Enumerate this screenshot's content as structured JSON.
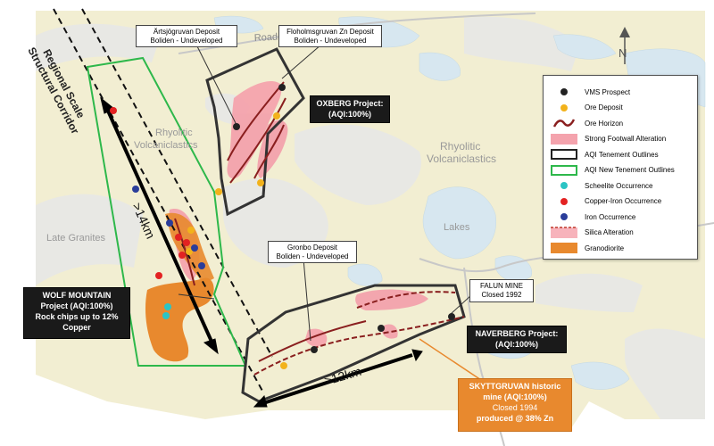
{
  "geology_labels": {
    "rhyolitic_west": "Rhyolitic Volcaniclastics",
    "rhyolitic_east": "Rhyolitic Volcaniclastics",
    "late_granites": "Late Granites",
    "lakes": "Lakes",
    "road": "Road",
    "corridor": "Regional Scale Structural Corridor",
    "north": "N"
  },
  "distances": {
    "long": ">14km",
    "short": ">12km"
  },
  "callouts": {
    "artsjogruvan": {
      "line1": "Ärtsjögruvan Deposit",
      "line2": "Boliden - Undeveloped"
    },
    "floholmsgruvan": {
      "line1": "Floholmsgruvan Zn Deposit",
      "line2": "Boliden - Undeveloped"
    },
    "oxberg": {
      "line1": "OXBERG Project:",
      "line2": "(AQI:100%)"
    },
    "gronbo": {
      "line1": "Gronbo Deposit",
      "line2": "Boliden - Undeveloped"
    },
    "falun": {
      "line1": "FALUN MINE",
      "line2": "Closed  1992"
    },
    "naverberg": {
      "line1": "NAVERBERG Project:",
      "line2": "(AQI:100%)"
    },
    "wolf_mountain": {
      "line1": "WOLF MOUNTAIN",
      "line2": "Project (AQI:100%)",
      "line3": "Rock chips up to 12%",
      "line4": "Copper"
    },
    "skyttgruvan": {
      "line1": "SKYTTGRUVAN historic",
      "line2": "mine (AQI:100%)",
      "line3": "Closed  1994",
      "line4": "produced @ 38% Zn"
    }
  },
  "legend": {
    "items": [
      {
        "label": "VMS Prospect",
        "symbol": "dot",
        "color": "#222222"
      },
      {
        "label": "Ore Deposit",
        "symbol": "dot",
        "color": "#f2b21b"
      },
      {
        "label": "Ore Horizon",
        "symbol": "squiggle",
        "color": "#8a1f1f"
      },
      {
        "label": "Strong Footwall Alteration",
        "symbol": "fill",
        "color": "#f4a3ad"
      },
      {
        "label": "AQI Tenement Outlines",
        "symbol": "box",
        "color": "#222222"
      },
      {
        "label": "AQI New Tenement Outlines",
        "symbol": "box",
        "color": "#2eb84b"
      },
      {
        "label": "Scheelite Occurrence",
        "symbol": "dot",
        "color": "#2bc4c4"
      },
      {
        "label": "Copper-Iron Occurrence",
        "symbol": "dot",
        "color": "#e32222"
      },
      {
        "label": "Iron Occurrence",
        "symbol": "dot",
        "color": "#2a3d9a"
      },
      {
        "label": "Silica Alteration",
        "symbol": "silica",
        "color": "#f7b3bb"
      },
      {
        "label": "Granodiorite",
        "symbol": "fill",
        "color": "#e8892e"
      }
    ]
  },
  "colors": {
    "background_rock": "#f2eed2",
    "granite_band": "#e8e8e4",
    "lake": "#d7e7f0",
    "alteration": "#f4a3ad",
    "granodiorite": "#e8892e",
    "ore_horizon": "#8a1f1f",
    "tenement": "#222222",
    "new_tenement": "#2eb84b"
  }
}
